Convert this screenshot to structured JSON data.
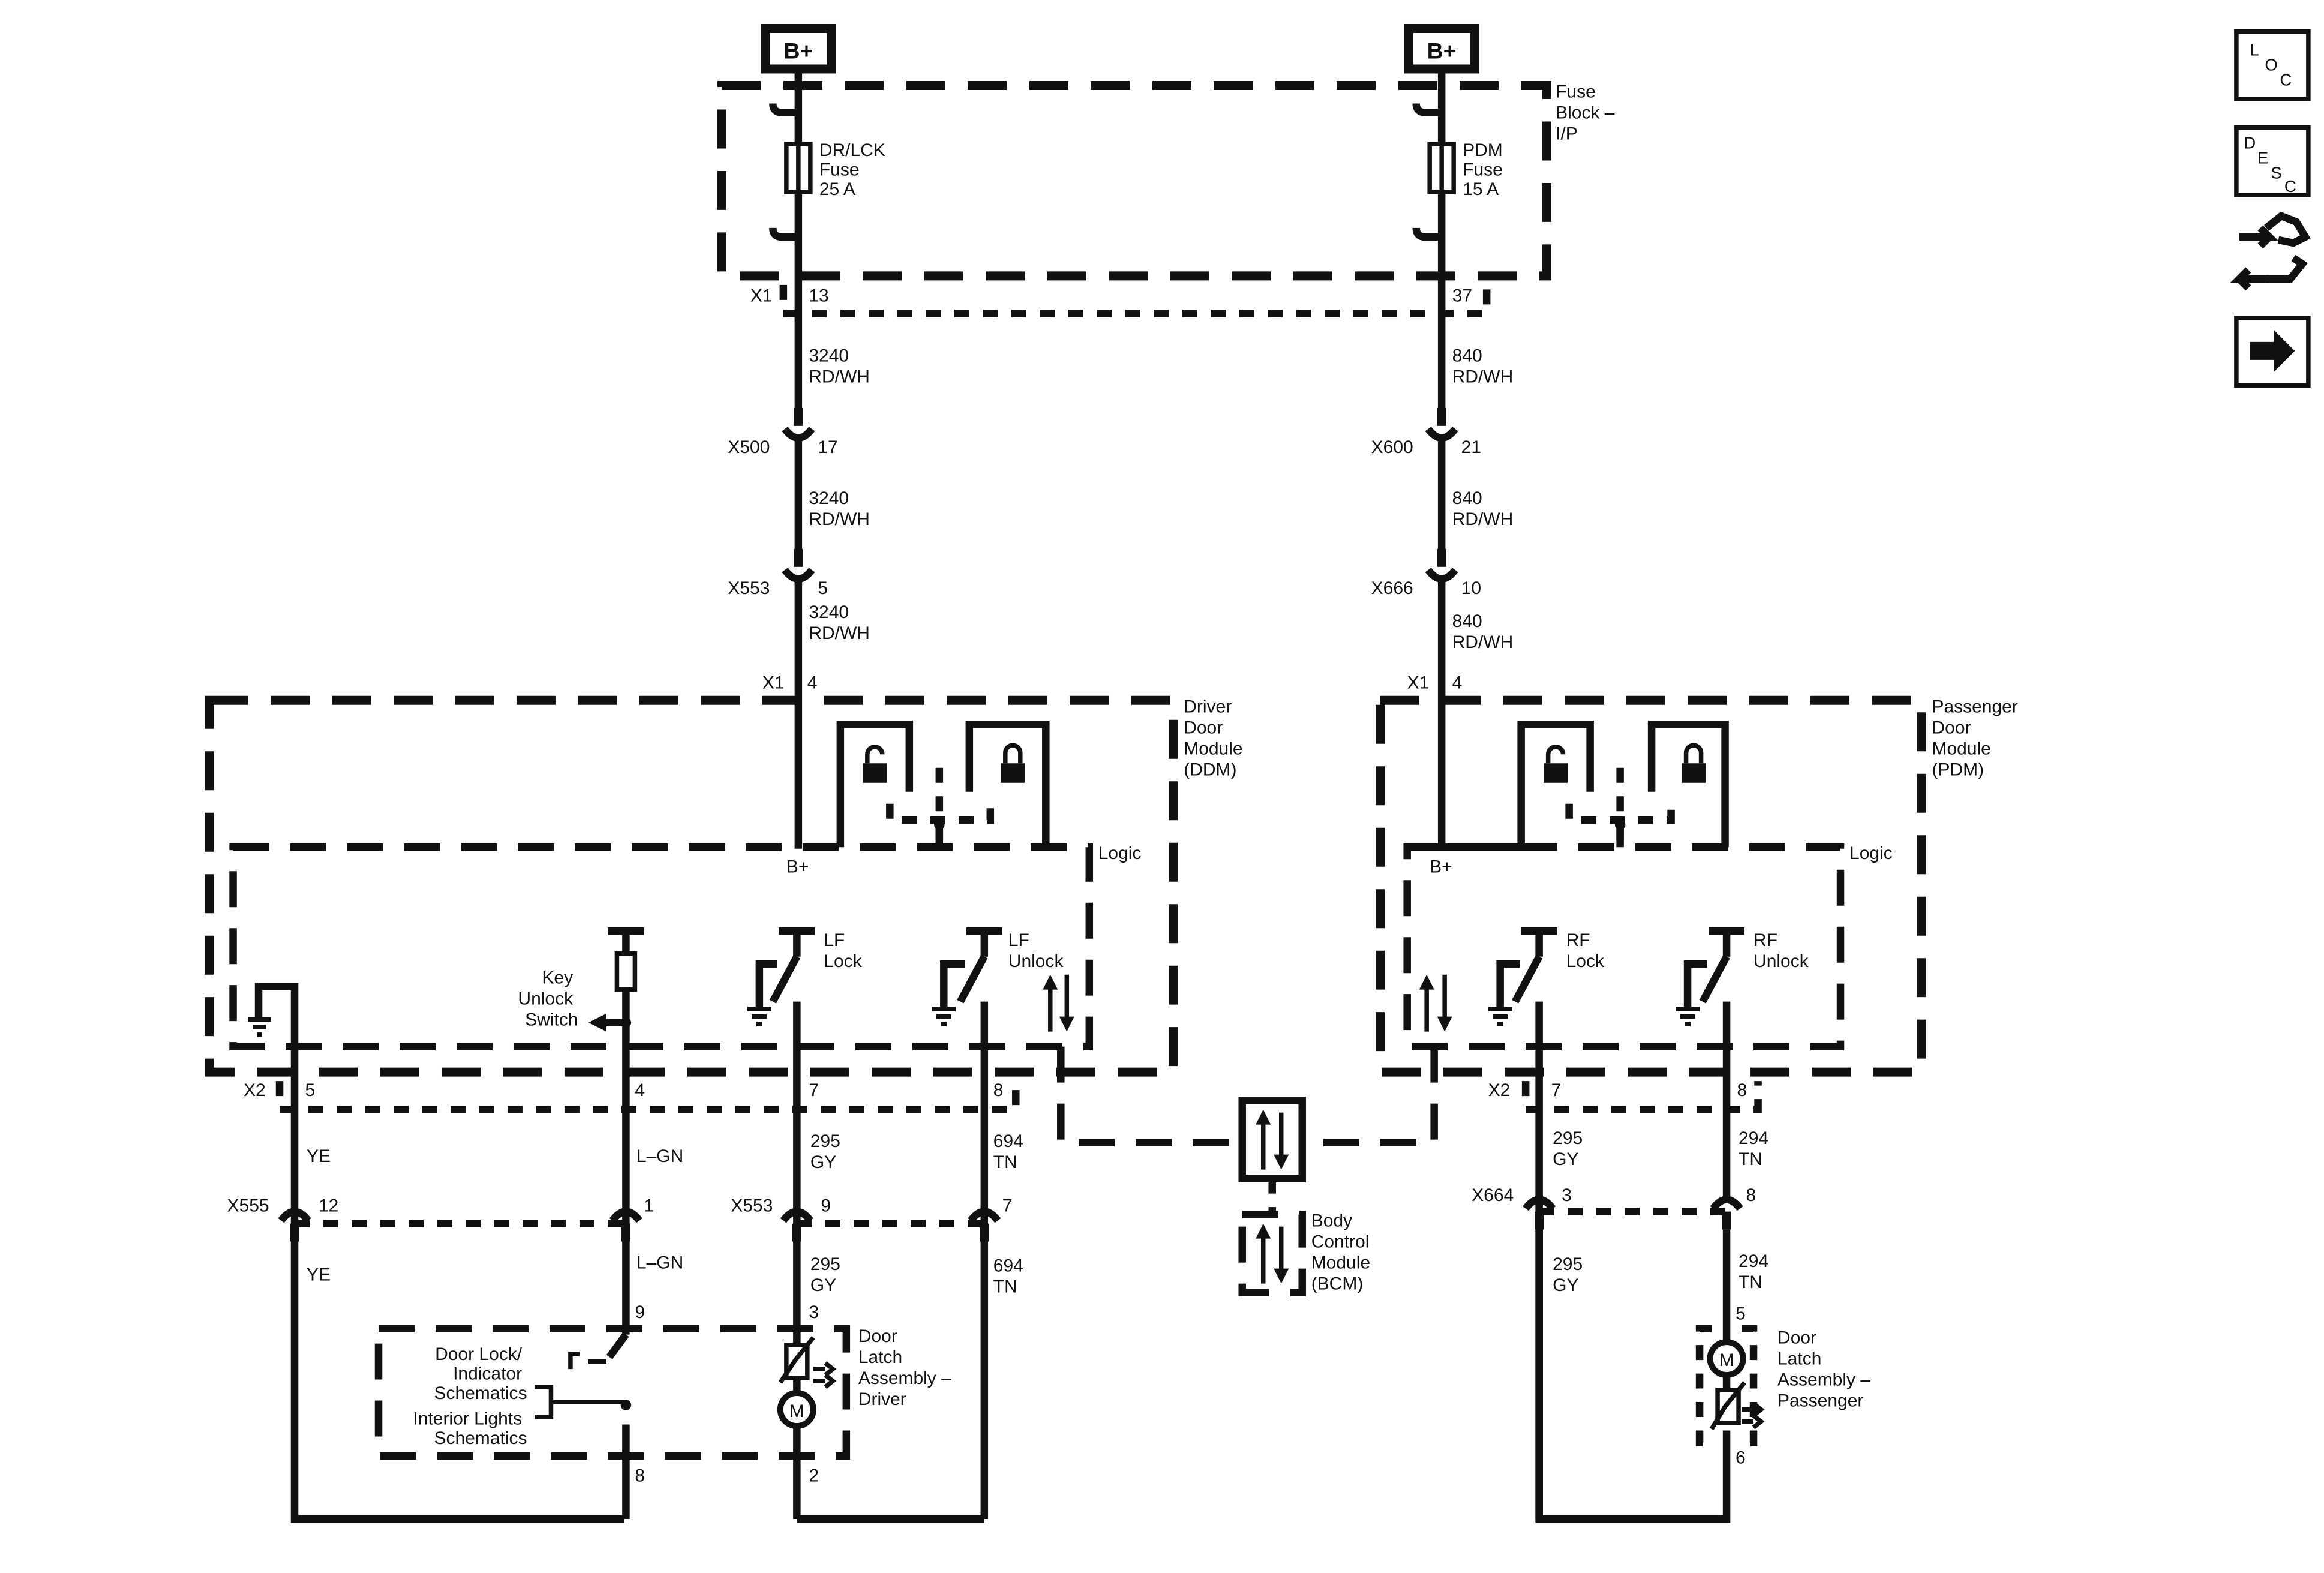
{
  "power": {
    "b_plus": "B+"
  },
  "fuse_block": {
    "title": [
      "Fuse",
      "Block –",
      "I/P"
    ],
    "left_fuse": [
      "DR/LCK",
      "Fuse",
      "25 A"
    ],
    "right_fuse": [
      "PDM",
      "Fuse",
      "15 A"
    ],
    "connector": "X1",
    "left_pin": "13",
    "right_pin": "37"
  },
  "left_feed": {
    "circuit": "3240",
    "color": "RD/WH",
    "conn1": "X500",
    "pin1": "17",
    "conn2": "X553",
    "pin2": "5",
    "module_conn": "X1",
    "module_pin": "4"
  },
  "right_feed": {
    "circuit": "840",
    "color": "RD/WH",
    "conn1": "X600",
    "pin1": "21",
    "conn2": "X666",
    "pin2": "10",
    "module_conn": "X1",
    "module_pin": "4"
  },
  "ddm": {
    "title": [
      "Driver",
      "Door",
      "Module",
      "(DDM)"
    ],
    "logic": "Logic",
    "b_plus": "B+",
    "key_switch": [
      "Key",
      "Unlock",
      "Switch"
    ],
    "lf_lock": [
      "LF",
      "Lock"
    ],
    "lf_unlock": [
      "LF",
      "Unlock"
    ],
    "x2": "X2",
    "pins": [
      "5",
      "4",
      "7",
      "8"
    ]
  },
  "pdm": {
    "title": [
      "Passenger",
      "Door",
      "Module",
      "(PDM)"
    ],
    "logic": "Logic",
    "b_plus": "B+",
    "rf_lock": [
      "RF",
      "Lock"
    ],
    "rf_unlock": [
      "RF",
      "Unlock"
    ],
    "x2": "X2",
    "pins": [
      "7",
      "8"
    ]
  },
  "driver_wires": {
    "ye": "YE",
    "lgn": "L–GN",
    "c295": "295",
    "gy": "GY",
    "c694": "694",
    "tn": "TN",
    "x555": "X555",
    "x555_pin": "12",
    "x555_pin2": "1",
    "x553": "X553",
    "x553_pin1": "9",
    "x553_pin2": "7"
  },
  "pass_wires": {
    "c295": "295",
    "gy": "GY",
    "c294": "294",
    "tn": "TN",
    "x664": "X664",
    "pin1": "3",
    "pin2": "8"
  },
  "bcm": {
    "title": [
      "Body",
      "Control",
      "Module",
      "(BCM)"
    ]
  },
  "driver_latch": {
    "title": [
      "Door",
      "Latch",
      "Assembly –",
      "Driver"
    ],
    "pin_top": "3",
    "pin_bottom": "2",
    "motor": "M"
  },
  "pass_latch": {
    "title": [
      "Door",
      "Latch",
      "Assembly –",
      "Passenger"
    ],
    "pin_top": "5",
    "pin_bottom": "6",
    "motor": "M"
  },
  "schematic_refs": {
    "door_lock": [
      "Door Lock/",
      "Indicator",
      "Schematics"
    ],
    "interior": [
      "Interior Lights",
      "Schematics"
    ],
    "pin_top": "9",
    "pin_bottom": "8"
  },
  "nav": {
    "loc": [
      "L",
      "O",
      "C"
    ],
    "desc": [
      "D",
      "E",
      "S",
      "C"
    ]
  }
}
